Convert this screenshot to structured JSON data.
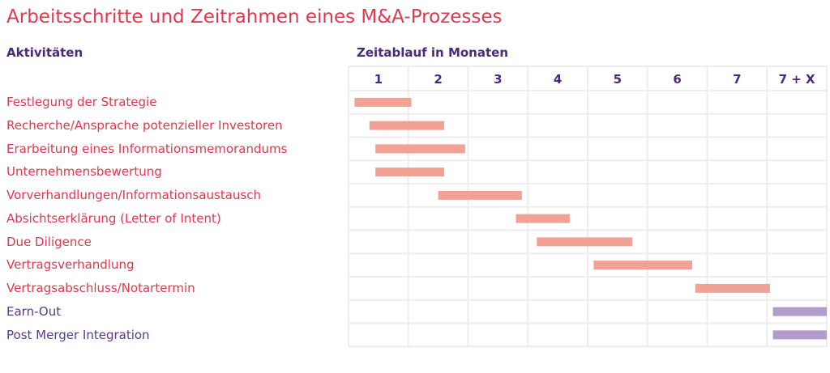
{
  "title": "Arbeitsschritte und Zeitrahmen eines M&A-Prozesses",
  "left_header": "Aktivitäten",
  "right_header": "Zeitablauf in Monaten",
  "colors": {
    "accent": "#e0384f",
    "purple": "#5b3a8c",
    "bar_salmon": "#f2a294",
    "bar_purple": "#b19ccc",
    "grid": "#eeeeee"
  },
  "chart_data": {
    "type": "bar",
    "orientation": "horizontal-gantt",
    "title": "Arbeitsschritte und Zeitrahmen eines M&A-Prozesses",
    "xlabel": "Zeitablauf in Monaten",
    "ylabel": "Aktivitäten",
    "x_ticks": [
      "1",
      "2",
      "3",
      "4",
      "5",
      "6",
      "7",
      "7 + X"
    ],
    "xlim": [
      0,
      8
    ],
    "grid": true,
    "tasks": [
      {
        "name": "Festlegung der Strategie",
        "start": 0.1,
        "end": 1.05,
        "group": "main"
      },
      {
        "name": "Recherche/Ansprache potenzieller Investoren",
        "start": 0.35,
        "end": 1.6,
        "group": "main"
      },
      {
        "name": "Erarbeitung eines Informationsmemorandums",
        "start": 0.45,
        "end": 1.95,
        "group": "main"
      },
      {
        "name": "Unternehmensbewertung",
        "start": 0.45,
        "end": 1.6,
        "group": "main"
      },
      {
        "name": "Vorverhandlungen/Informationsaustausch",
        "start": 1.5,
        "end": 2.9,
        "group": "main"
      },
      {
        "name": "Absichtserklärung (Letter of Intent)",
        "start": 2.8,
        "end": 3.7,
        "group": "main"
      },
      {
        "name": "Due Diligence",
        "start": 3.15,
        "end": 4.75,
        "group": "main"
      },
      {
        "name": "Vertragsverhandlung",
        "start": 4.1,
        "end": 5.75,
        "group": "main"
      },
      {
        "name": "Vertragsabschluss/Notartermin",
        "start": 5.8,
        "end": 7.05,
        "group": "main"
      },
      {
        "name": "Earn-Out",
        "start": 7.1,
        "end": 8.0,
        "group": "post"
      },
      {
        "name": "Post Merger Integration",
        "start": 7.1,
        "end": 8.0,
        "group": "post"
      }
    ]
  }
}
